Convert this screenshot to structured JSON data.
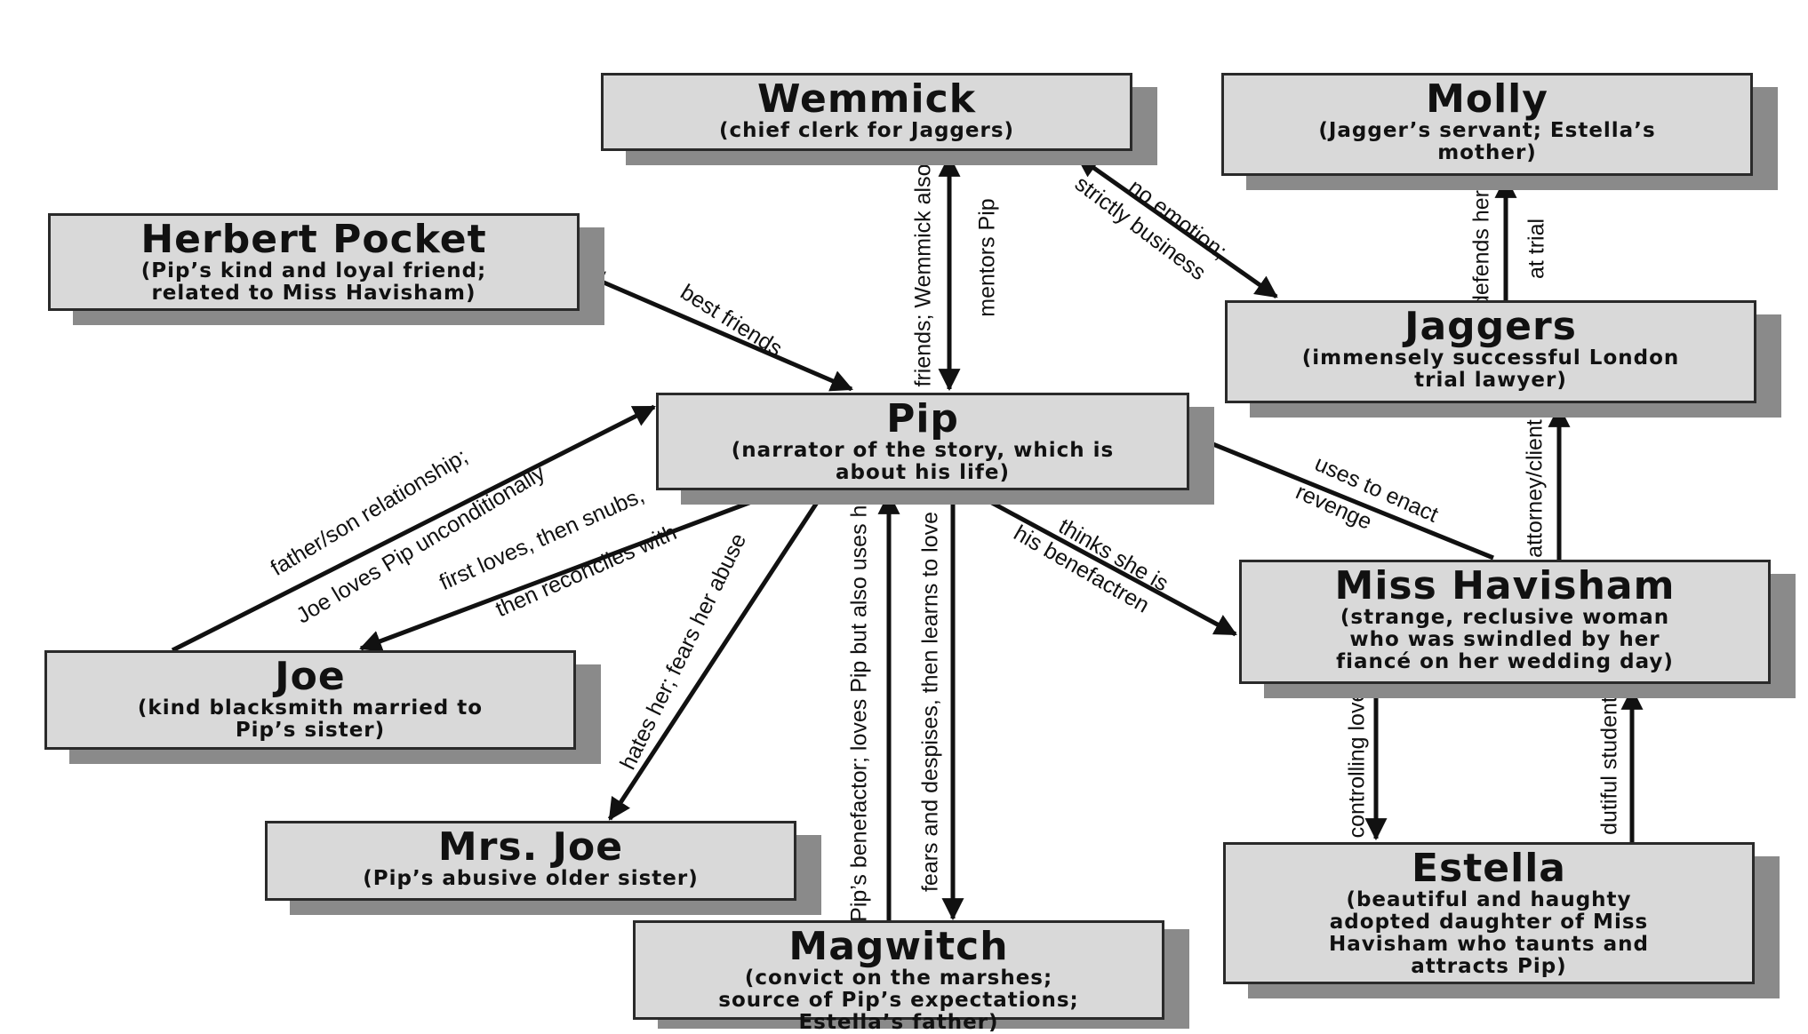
{
  "nodes": {
    "wemmick": {
      "name": "Wemmick",
      "desc": [
        "(chief clerk for Jaggers)"
      ]
    },
    "molly": {
      "name": "Molly",
      "desc": [
        "(Jagger’s servant; Estella’s",
        "mother)"
      ]
    },
    "herbert": {
      "name": "Herbert Pocket",
      "desc": [
        "(Pip’s kind and loyal friend;",
        "related to Miss Havisham)"
      ]
    },
    "jaggers": {
      "name": "Jaggers",
      "desc": [
        "(immensely successful London",
        "trial lawyer)"
      ]
    },
    "pip": {
      "name": "Pip",
      "desc": [
        "(narrator of the story, which is",
        "about his life)"
      ]
    },
    "havisham": {
      "name": "Miss Havisham",
      "desc": [
        "(strange, reclusive woman",
        "who was swindled by her",
        "fiancé on her wedding day)"
      ]
    },
    "joe": {
      "name": "Joe",
      "desc": [
        "(kind blacksmith married to",
        "Pip’s sister)"
      ]
    },
    "mrsjoe": {
      "name": "Mrs. Joe",
      "desc": [
        "(Pip’s abusive older sister)"
      ]
    },
    "magwitch": {
      "name": "Magwitch",
      "desc": [
        "(convict on the marshes;",
        "source of Pip’s expectations;",
        "Estella’s father)"
      ]
    },
    "estella": {
      "name": "Estella",
      "desc": [
        "(beautiful and haughty",
        "adopted daughter of Miss",
        "Havisham who taunts and",
        "attracts Pip)"
      ]
    }
  },
  "edges": {
    "wemmick_pip": [
      "friends; Wemmick also",
      "mentors Pip"
    ],
    "wemmick_jaggers": [
      "no emotion;",
      "strictly business"
    ],
    "jaggers_molly": [
      "defends her",
      "at trial"
    ],
    "herbert_pip": [
      "best friends"
    ],
    "havisham_jaggers": [
      "attorney/client"
    ],
    "havisham_pip": [
      "uses to enact",
      "revenge"
    ],
    "pip_havisham": [
      "thinks she is",
      "his benefactren"
    ],
    "joe_pip": [
      "father/son relationship;",
      "Joe loves Pip unconditionally"
    ],
    "pip_joe": [
      "first loves, then snubs,",
      "then  reconciles with"
    ],
    "pip_mrsjoe": [
      "hates her; fears her abuse"
    ],
    "magwitch_pip": [
      "Pip’s benefactor; loves Pip but also uses him"
    ],
    "pip_magwitch": [
      "fears and despises, then learns to love"
    ],
    "havisham_estella": [
      "controlling love"
    ],
    "estella_havisham": [
      "dutiful student"
    ]
  }
}
